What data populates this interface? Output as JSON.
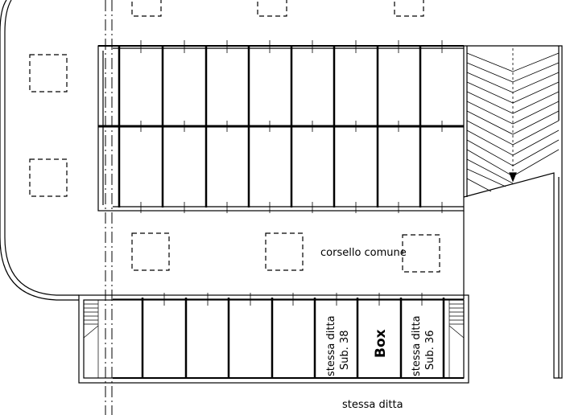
{
  "labels": {
    "corridor": "corsello comune",
    "same_owner_bottom": "stessa ditta",
    "box_38_line1": "stessa ditta",
    "box_38_line2": "Sub. 38",
    "box_main": "Box",
    "box_36_line1": "stessa ditta",
    "box_36_line2": "Sub. 36"
  }
}
